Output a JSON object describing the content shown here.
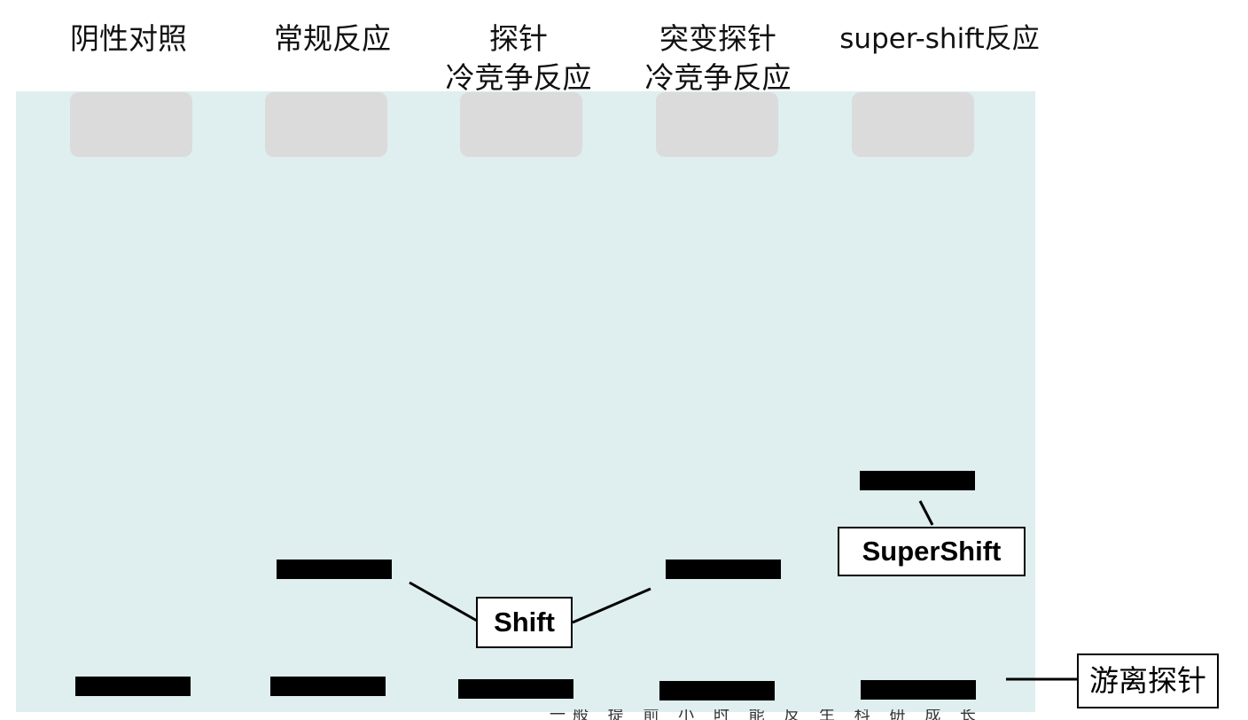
{
  "lanes": [
    {
      "label_lines": [
        "阴性对照"
      ]
    },
    {
      "label_lines": [
        "常规反应"
      ]
    },
    {
      "label_lines": [
        "探针",
        "冷竞争反应"
      ]
    },
    {
      "label_lines": [
        "突变探针",
        "冷竞争反应"
      ]
    },
    {
      "label_lines": [
        "super-shift反应"
      ]
    }
  ],
  "callouts": {
    "shift": "Shift",
    "supershift": "SuperShift",
    "free_probe": "游离探针"
  },
  "footnote": "一般 提 前 小 时 能 反 生 科 研 成 长",
  "colors": {
    "gel_background": "#dfeeee",
    "well": "#dbdbdb",
    "band": "#000000"
  }
}
